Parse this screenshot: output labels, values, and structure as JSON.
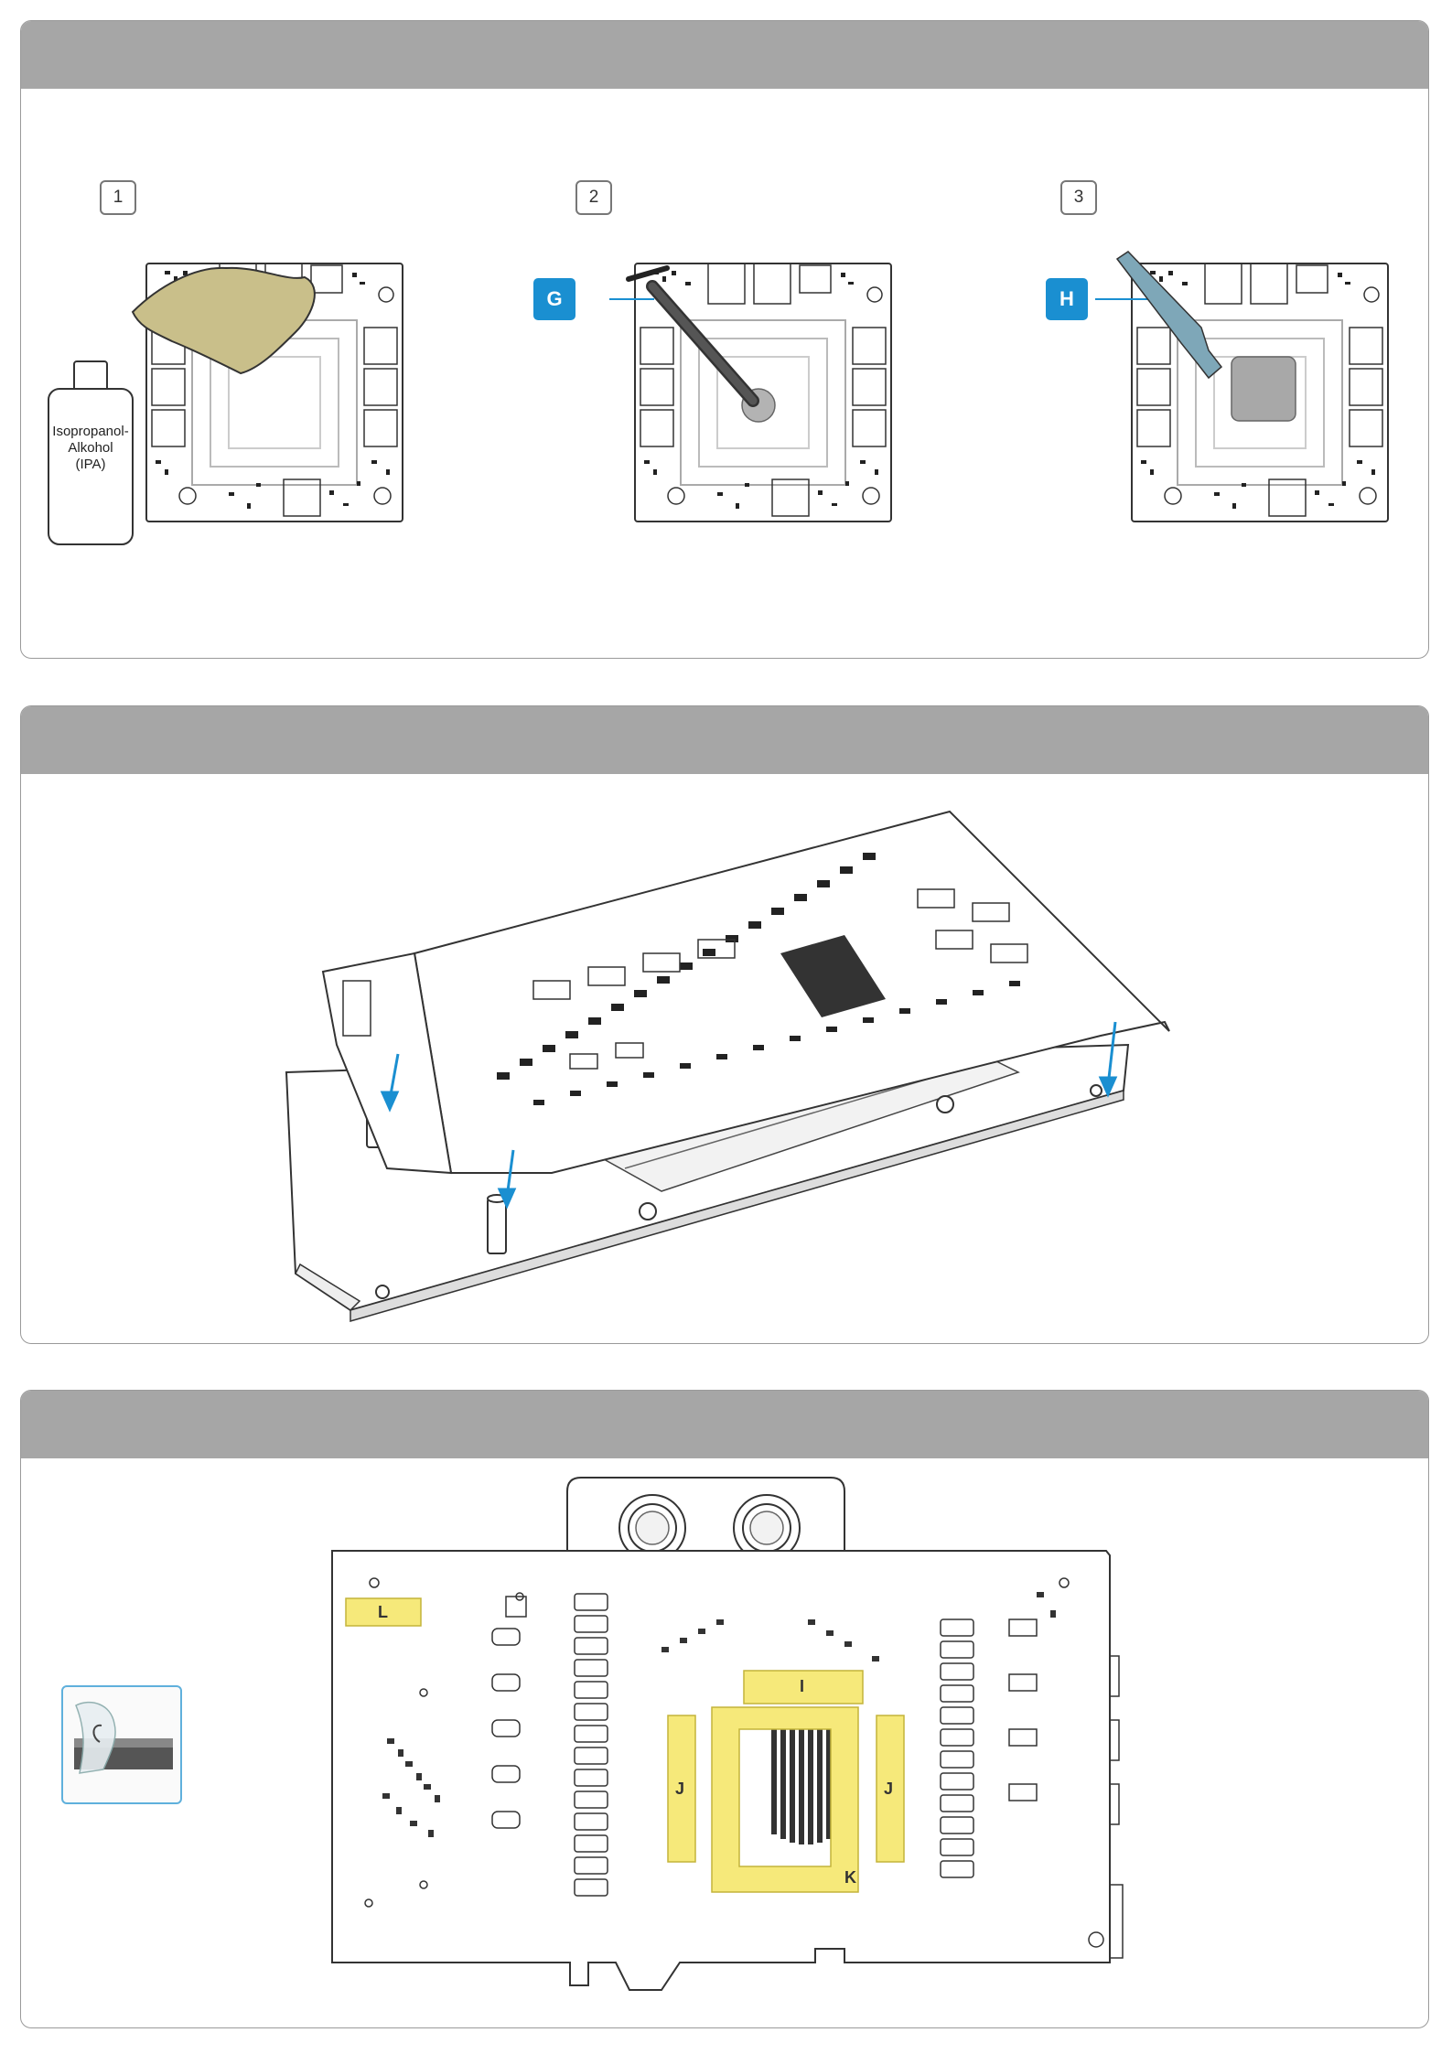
{
  "steps": [
    {
      "number": "1"
    },
    {
      "number": "2",
      "tag": "G"
    },
    {
      "number": "3",
      "tag": "H"
    }
  ],
  "bottle": {
    "line1": "Isopropanol-",
    "line2": "Alkohol",
    "line3": "(IPA)"
  },
  "pads": {
    "l": "L",
    "i": "I",
    "j_left": "J",
    "j_right": "J",
    "k": "K"
  },
  "colors": {
    "tag": "#1a8fd1",
    "pad": "#f6e97a",
    "header": "#a6a6a6",
    "cloth": "#c9bf8a",
    "spatula": "#7ea7b8"
  }
}
